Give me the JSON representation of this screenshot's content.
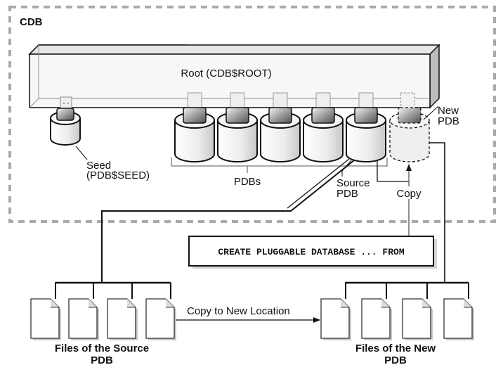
{
  "diagram": {
    "container_label": "CDB",
    "root_label": "Root (CDB$ROOT)",
    "seed_label_line1": "Seed",
    "seed_label_line2": "(PDB$SEED)",
    "pdbs_label": "PDBs",
    "source_label_line1": "Source",
    "source_label_line2": "PDB",
    "new_label_line1": "New",
    "new_label_line2": "PDB",
    "copy_label": "Copy",
    "command": "CREATE PLUGGABLE DATABASE ... FROM",
    "copy_location_label": "Copy to New Location",
    "source_files_line1": "Files of the Source",
    "source_files_line2": "PDB",
    "new_files_line1": "Files of the New",
    "new_files_line2": "PDB",
    "pdb_count": 5,
    "file_count_source": 4,
    "file_count_new": 4
  }
}
